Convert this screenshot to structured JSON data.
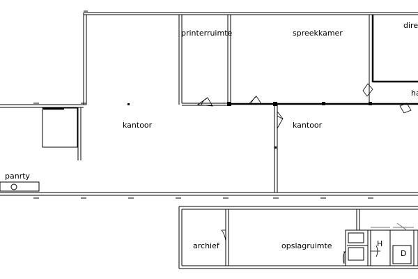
{
  "rooms": {
    "printerruimte": "printerruimte",
    "spreekkamer": "spreekkamer",
    "directie": "dire",
    "hal": "ha",
    "kantoor_west": "kantoor",
    "kantoor_east": "kantoor",
    "pantry": "panrty",
    "archief": "archief",
    "opslagruimte": "opslagruimte",
    "toilet_h": "H",
    "toilet_d": "D"
  }
}
